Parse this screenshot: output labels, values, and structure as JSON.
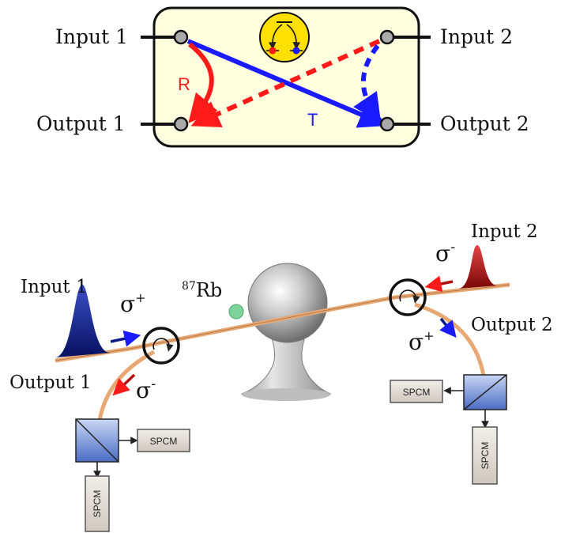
{
  "top_diagram": {
    "labels": {
      "input_1": "Input 1",
      "input_2": "Input 2",
      "output_1": "Output 1",
      "output_2": "Output 2",
      "reflection": "R",
      "transmission": "T"
    },
    "colors": {
      "box_fill": "#ffffe0",
      "reflection": "#ff1a1a",
      "transmission": "#1a1aff",
      "inset_fill": "#ffe000"
    }
  },
  "bottom_diagram": {
    "labels": {
      "input_1": "Input 1",
      "input_2": "Input 2",
      "output_1": "Output 1",
      "output_2": "Output 2",
      "atom_mass": "87",
      "atom_symbol": "Rb",
      "sigma": "σ",
      "plus": "+",
      "minus": "-",
      "spcm": "SPCM"
    },
    "colors": {
      "pulse_left": "#0a1a8a",
      "pulse_right": "#b01010",
      "fiber": "#e8a874",
      "atom": "#7ed39a",
      "detector_fill": "#e2ded6",
      "pbs_fill": "#6f8fd8"
    }
  }
}
